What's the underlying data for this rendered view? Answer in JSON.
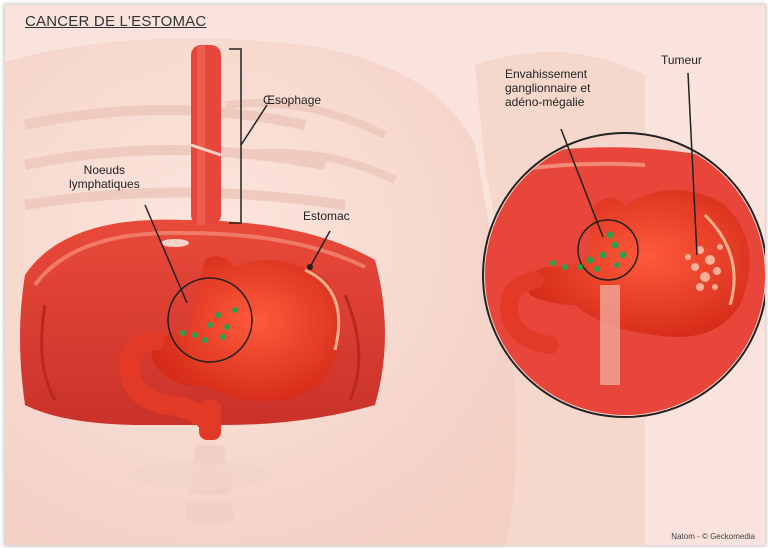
{
  "title": "CANCER DE L'ESTOMAC",
  "labels": {
    "oesophage": "Œsophage",
    "noeuds": "Noeuds\nlymphatiques",
    "estomac": "Estomac",
    "envahissement": "Envahissement\nganglionnaire et\nadéno-mégalie",
    "tumeur": "Tumeur"
  },
  "credit": "Natom - © Geckomedia",
  "colors": {
    "skin": "#f8dcd2",
    "muscle": "#e0392f",
    "stomach": "#ff3b22",
    "stomach_dark": "#c82a1c",
    "lymph_node": "#2e9e4a",
    "leader_line": "#1a1a1a"
  }
}
